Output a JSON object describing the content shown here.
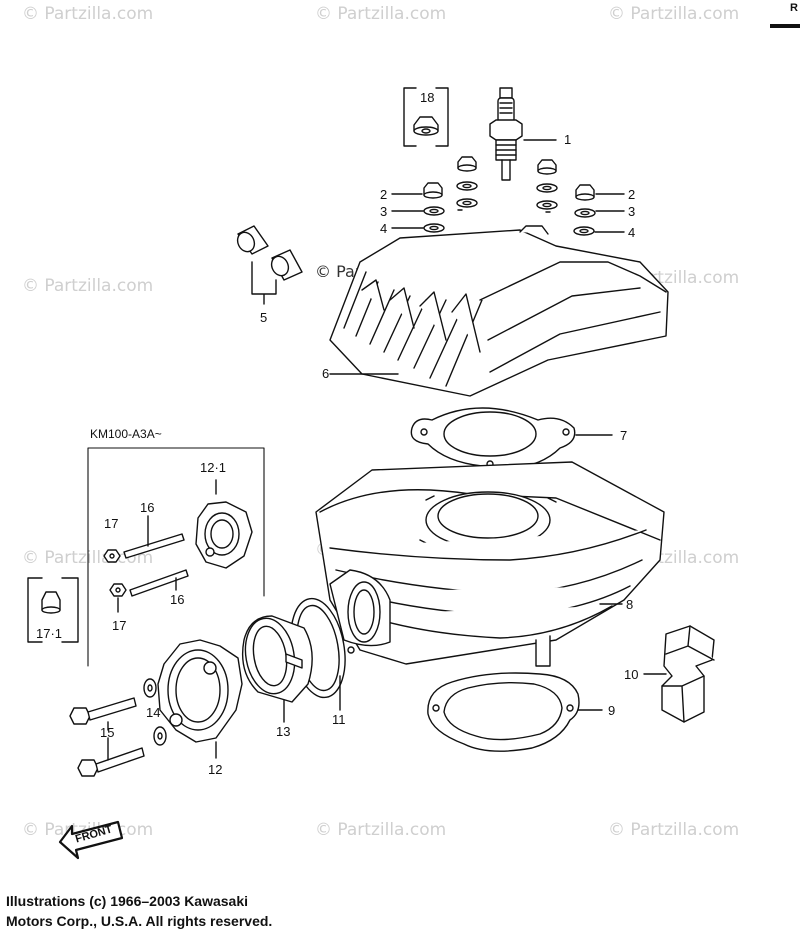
{
  "corner_letter": "R",
  "watermark_text": "© Partzilla.com",
  "model_note": "KM100-A3A~",
  "front_label": "FRONT",
  "copyright": {
    "line1": "Illustrations (c) 1966–2003 Kawasaki",
    "line2": "Motors Corp., U.S.A.  All rights reserved."
  },
  "callouts": {
    "c1": "1",
    "c2a": "2",
    "c2b": "2",
    "c3a": "3",
    "c3b": "3",
    "c4a": "4",
    "c4b": "4",
    "c5": "5",
    "c6": "6",
    "c7": "7",
    "c8": "8",
    "c9": "9",
    "c10": "10",
    "c11": "11",
    "c12": "12",
    "c12_1": "12·1",
    "c13": "13",
    "c14": "14",
    "c15": "15",
    "c16a": "16",
    "c16b": "16",
    "c17a": "17",
    "c17b": "17",
    "c17_1": "17·1",
    "c18": "18"
  }
}
